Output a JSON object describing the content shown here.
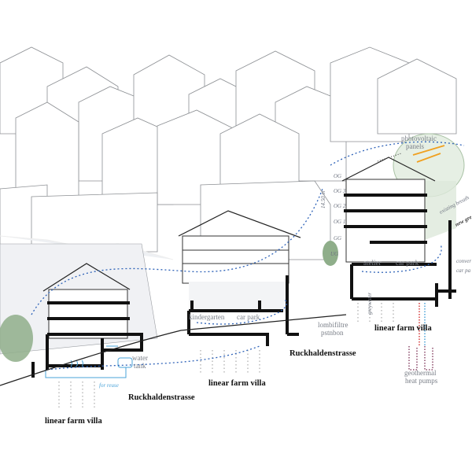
{
  "colors": {
    "ink": "#111111",
    "interior": "#4aa3d8",
    "airflow": "#2f63b8",
    "solar": "#f0a020",
    "heat": "#d63a3a",
    "greenery": "#8fae8a"
  },
  "labels": {
    "photovoltaic_1": "photovoltaic",
    "photovoltaic_2": "panels",
    "height": "14.50 m",
    "floor_levels": [
      "OG",
      "OG 3",
      "OG 2",
      "OG 1",
      "GG",
      "UG"
    ],
    "atelier": "atelier",
    "car_park_right": "car park",
    "kindergarten": "kindergarten",
    "car_park_mid": "car park",
    "lombifiltre_1": "lombifiltre",
    "lombifiltre_2": "pstnbon",
    "greywater": "greywater",
    "villa_right": "linear farm villa",
    "street_mid": "Ruckhaldenstrasse",
    "villa_mid": "linear farm villa",
    "water_tank_1": "water",
    "water_tank_2": "tank",
    "for_reuse": "for reuse",
    "street_left": "Ruckhaldenstrasse",
    "villa_left": "linear farm villa",
    "geothermal_1": "geothermal",
    "geothermal_2": "heat pumps",
    "existing_breathing": "existing breath",
    "new_green": "new gre",
    "conveyor": "conver",
    "car_park_edge": "car pa"
  }
}
